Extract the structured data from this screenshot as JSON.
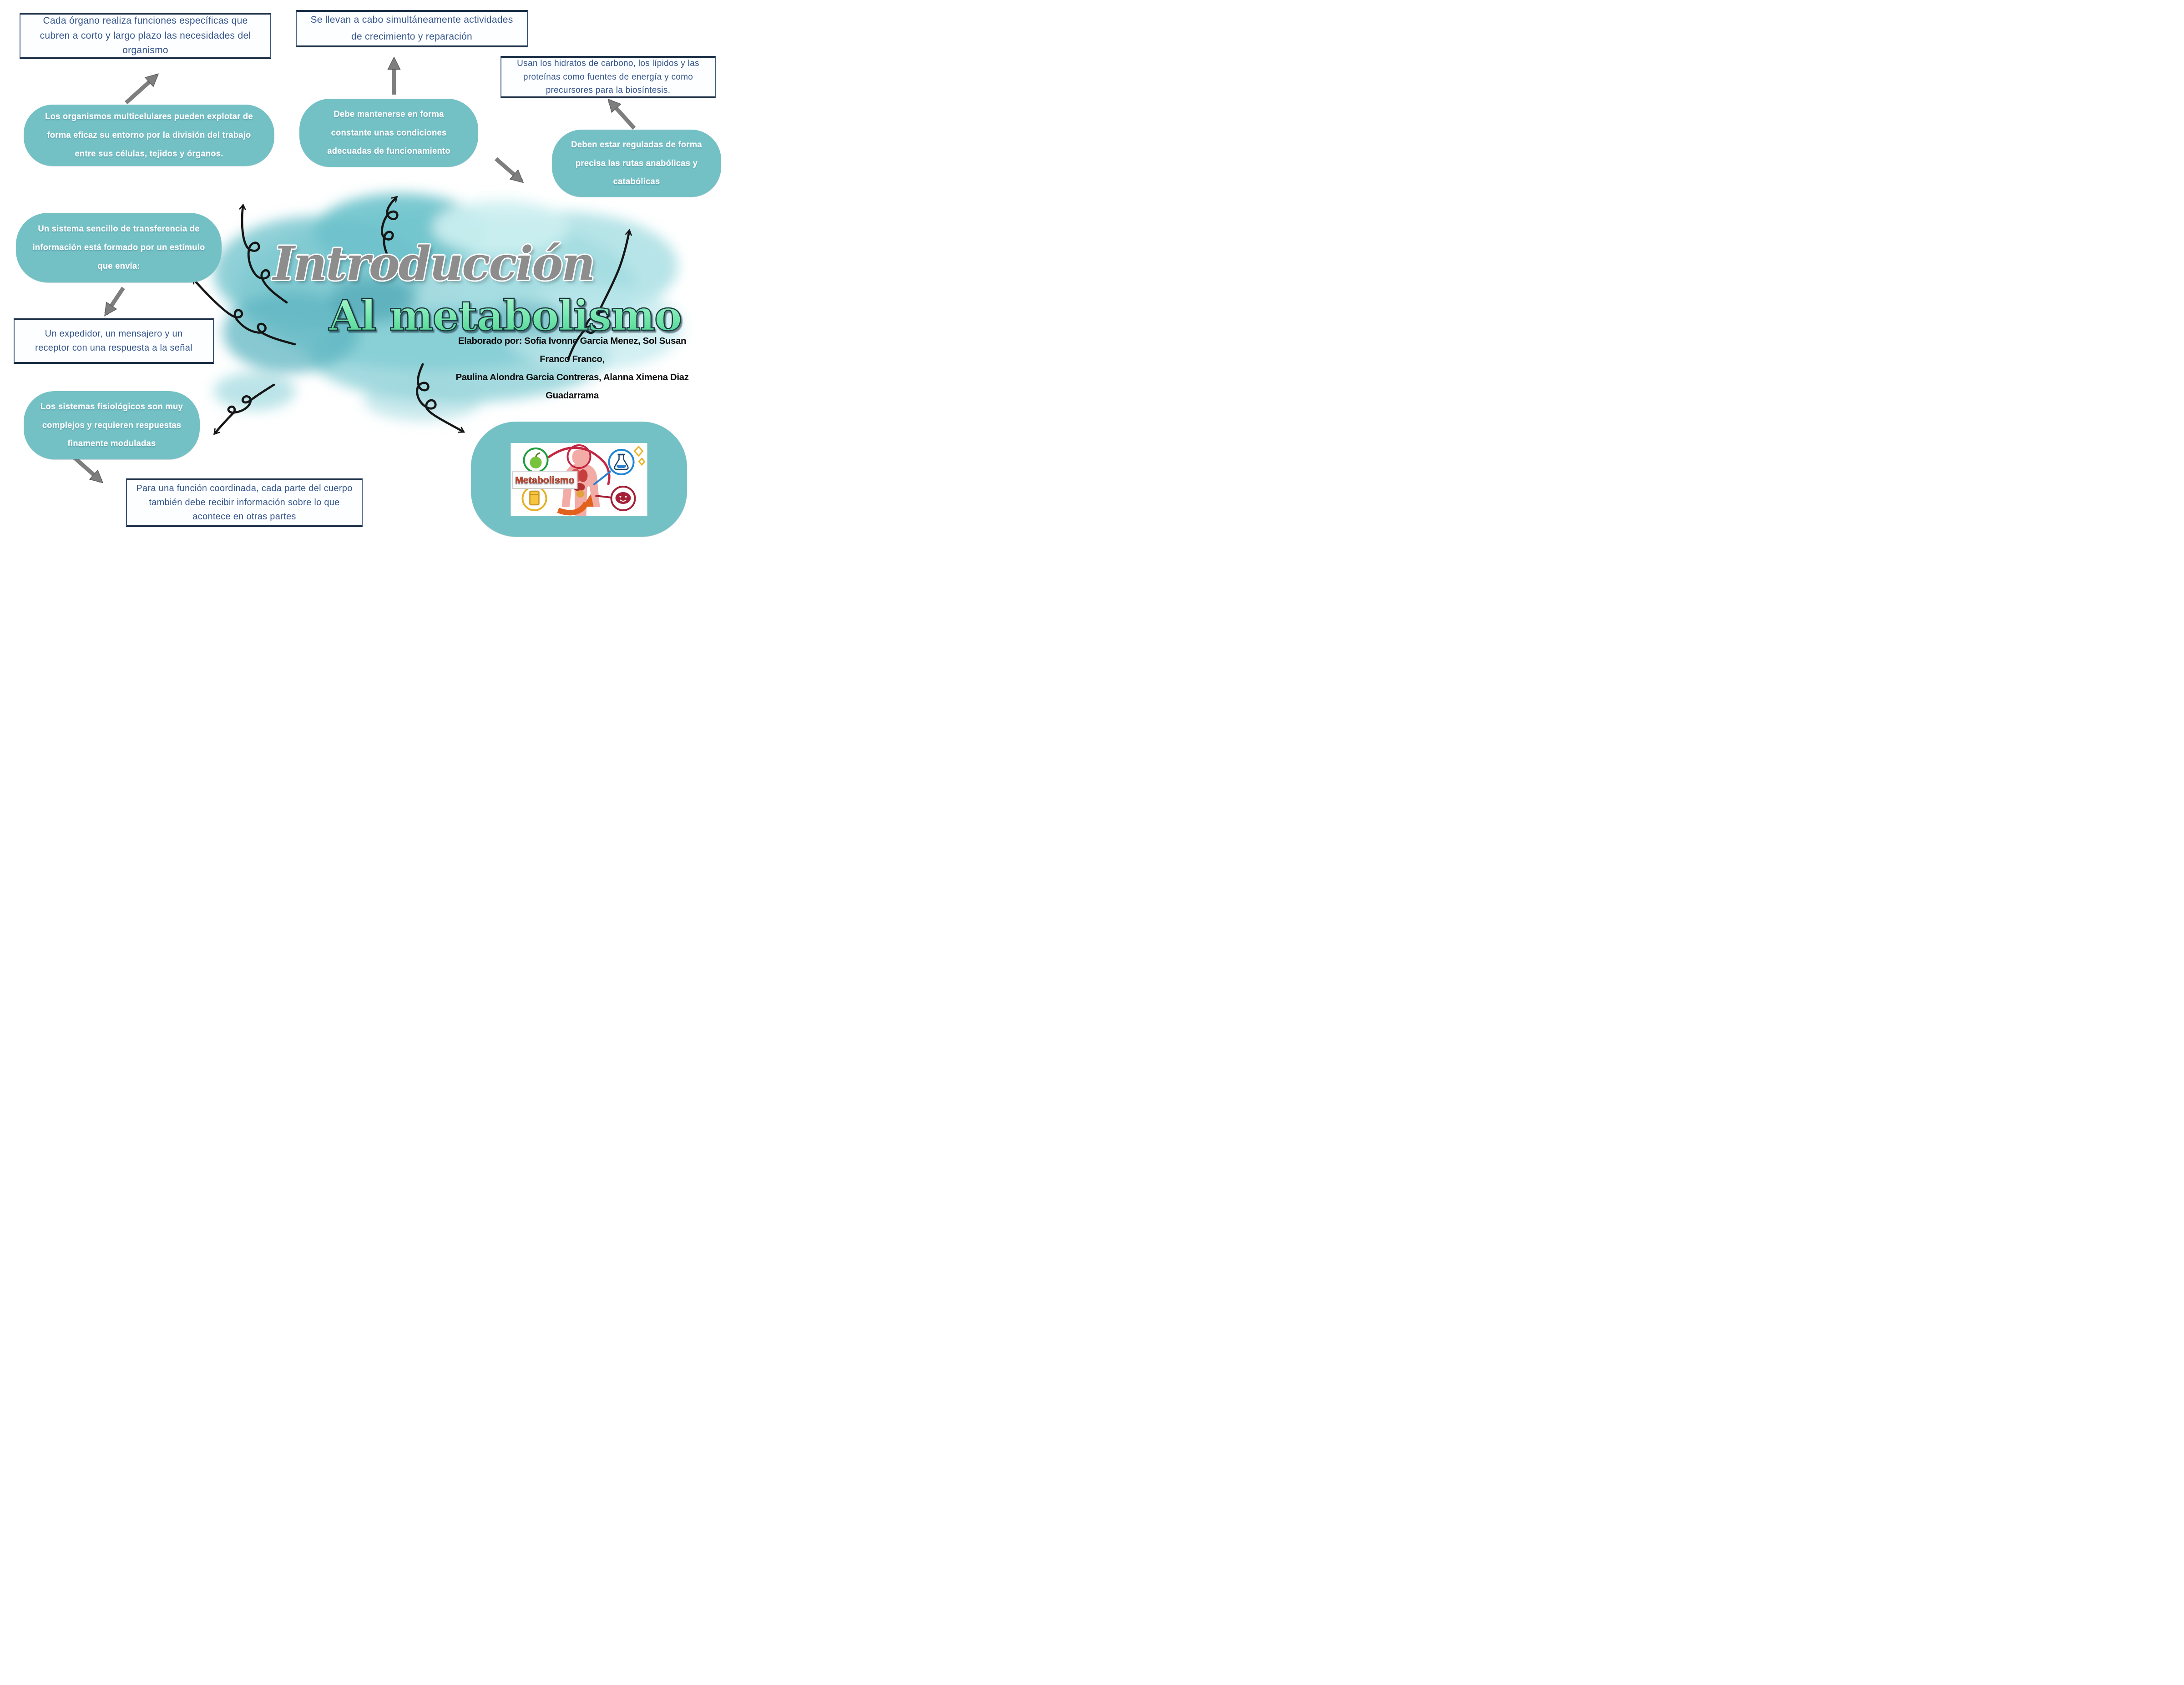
{
  "title": {
    "script": "Introducción",
    "main": "Al metabolismo"
  },
  "credits": {
    "line1": "Elaborado por: Sofia Ivonne Garcia Menez, Sol Susan Franco Franco,",
    "line2": "Paulina Alondra Garcia Contreras, Alanna Ximena Diaz Guadarrama"
  },
  "boxes": {
    "organ_functions": "Cada órgano realiza funciones específicas que cubren a corto y largo plazo las necesidades del organismo",
    "growth_repair": "Se llevan a cabo simultáneamente actividades de crecimiento y reparación",
    "energy_sources": "Usan los hidratos de carbono, los lípidos y las proteínas como fuentes de energía y como precursores para la biosíntesis.",
    "sender_messenger": "Un expedidor, un mensajero y un receptor con una respuesta a la señal",
    "coordinated_function": "Para una función coordinada, cada parte del cuerpo también debe recibir información sobre lo que acontece en otras partes"
  },
  "pills": {
    "multicellular": "Los organismos multicelulares pueden explotar de forma eficaz su entorno por la división del trabajo entre sus células, tejidos y órganos.",
    "constant_conditions": "Debe mantenerse en forma constante unas condiciones adecuadas de funcionamiento",
    "regulated_pathways": "Deben estar reguladas de forma precisa las rutas anabólicas y catabólicas",
    "transfer_system": "Un sistema sencillo de transferencia de información está formado por un estímulo que envía:",
    "physiological_systems": "Los sistemas fisiológicos son muy complejos y requieren respuestas finamente moduladas"
  },
  "image_card": {
    "label": "Metabolismo"
  },
  "colors": {
    "pill_teal": "#74c1c5",
    "box_border": "#2e4a6b",
    "box_text": "#34558c",
    "title_gray": "#8d8d8d",
    "title_green": "#6fe2a8",
    "arrow_gray": "#7e7e7e",
    "arrow_black": "#161616"
  }
}
